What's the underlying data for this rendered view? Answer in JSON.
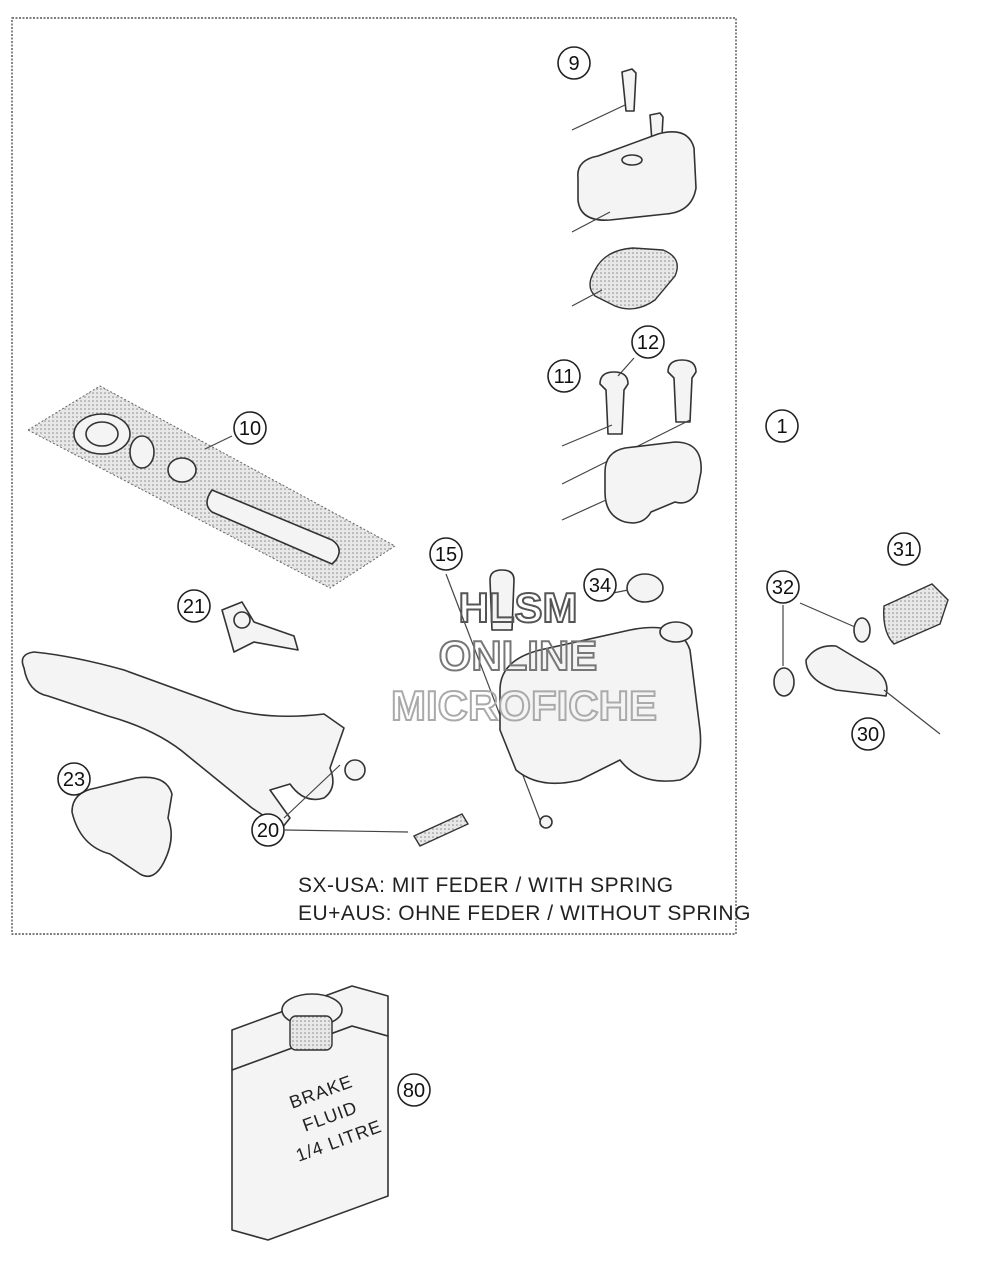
{
  "callouts": [
    {
      "id": "callout-9",
      "label": "9"
    },
    {
      "id": "callout-10",
      "label": "10"
    },
    {
      "id": "callout-11",
      "label": "11"
    },
    {
      "id": "callout-12",
      "label": "12"
    },
    {
      "id": "callout-1",
      "label": "1"
    },
    {
      "id": "callout-15",
      "label": "15"
    },
    {
      "id": "callout-34",
      "label": "34"
    },
    {
      "id": "callout-21",
      "label": "21"
    },
    {
      "id": "callout-31",
      "label": "31"
    },
    {
      "id": "callout-32",
      "label": "32"
    },
    {
      "id": "callout-30",
      "label": "30"
    },
    {
      "id": "callout-23",
      "label": "23"
    },
    {
      "id": "callout-20",
      "label": "20"
    },
    {
      "id": "callout-80",
      "label": "80"
    }
  ],
  "notes": {
    "line1": "SX-USA:  MIT FEDER / WITH SPRING",
    "line2": "EU+AUS:  OHNE FEDER / WITHOUT SPRING"
  },
  "watermark": {
    "line1": "HLSM",
    "line2": "ONLINE",
    "line3": "MICROFICHE"
  },
  "bottle": {
    "line1": "BRAKE",
    "line2": "FLUID",
    "line3": "1/4 LITRE"
  }
}
